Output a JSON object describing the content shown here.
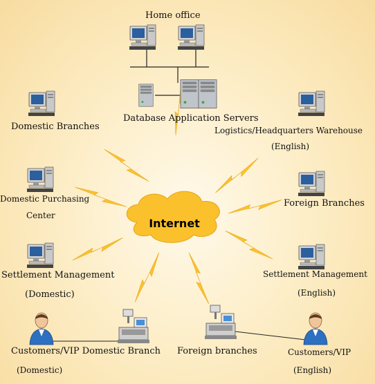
{
  "cloud": {
    "label": "Internet"
  },
  "labels": {
    "home_office": "Home office",
    "db_app_servers": "Database Application Servers",
    "logistics_hq_l1": "Logistics/Headquarters Warehouse",
    "logistics_hq_l2": "(English)",
    "domestic_branches": "Domestic Branches",
    "domestic_purchasing_l1": "Domestic Purchasing",
    "domestic_purchasing_l2": "Center",
    "foreign_branches_right": "Foreign Branches",
    "settlement_domestic_l1": "Settlement Management",
    "settlement_domestic_l2": "(Domestic)",
    "settlement_english_l1": "Settlement Management",
    "settlement_english_l2": "(English)",
    "customers_vip_domestic_branch": "Customers/VIP Domestic Branch",
    "domestic_paren": "(Domestic)",
    "foreign_branches_bottom": "Foreign branches",
    "customers_vip_english_l1": "Customers/VIP",
    "customers_vip_english_l2": "(English)"
  },
  "colors": {
    "cloud": "#fbc12c",
    "bolt": "#fbc22e",
    "background": "#fdeec8"
  },
  "icons": {
    "computer": "computer-icon",
    "server": "server-icon",
    "person": "person-icon",
    "cash_register": "cash-register-icon"
  }
}
